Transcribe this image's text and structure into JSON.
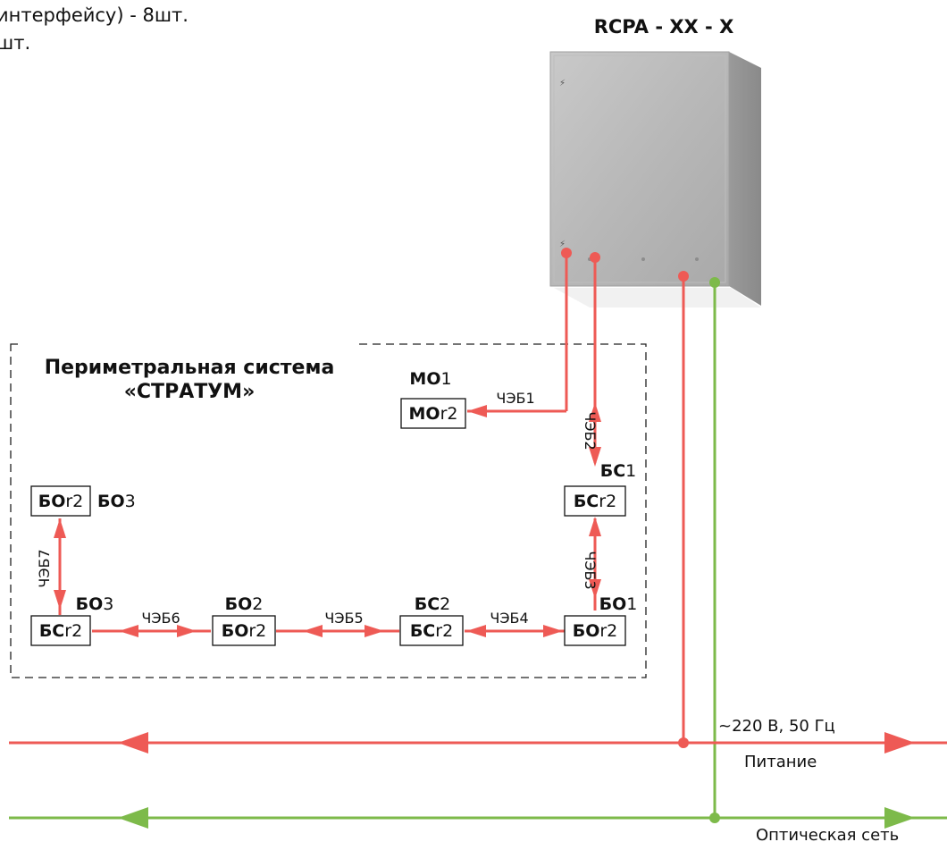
{
  "header": {
    "note_line1": "интерфейсу) - 8шт.",
    "note_line2": "шт."
  },
  "cabinet": {
    "title": "RCPA - XX - X"
  },
  "system": {
    "title_line1": "Периметральная система",
    "title_line2": "«СТРАТУМ»"
  },
  "modules": {
    "mo1": {
      "label_bold": "МО",
      "label_num": "1",
      "box_bold": "МО",
      "box_rest": "r2"
    },
    "bs1": {
      "label_bold": "БС",
      "label_num": "1",
      "box_bold": "БС",
      "box_rest": "r2"
    },
    "bo1": {
      "label_bold": "БО",
      "label_num": "1",
      "box_bold": "БО",
      "box_rest": "r2"
    },
    "bs2": {
      "label_bold": "БС",
      "label_num": "2",
      "box_bold": "БС",
      "box_rest": "r2"
    },
    "bo2": {
      "label_bold": "БО",
      "label_num": "2",
      "box_bold": "БО",
      "box_rest": "r2"
    },
    "bo3a": {
      "label_bold": "БО",
      "label_num": "3",
      "box_bold": "БС",
      "box_rest": "r2"
    },
    "bo3b": {
      "label_bold": "БО",
      "label_num": "3",
      "box_bold": "БО",
      "box_rest": "r2"
    }
  },
  "cables": {
    "c1": "ЧЭБ1",
    "c2": "ЧЭБ2",
    "c3": "ЧЭБ3",
    "c4": "ЧЭБ4",
    "c5": "ЧЭБ5",
    "c6": "ЧЭБ6",
    "c7": "ЧЭБ7"
  },
  "power": {
    "spec": "~220 В, 50 Гц",
    "label": "Питание"
  },
  "optical": {
    "label": "Оптическая сеть"
  },
  "colors": {
    "red": "#ee5a55",
    "green": "#7dba4a",
    "dash": "#222222"
  }
}
